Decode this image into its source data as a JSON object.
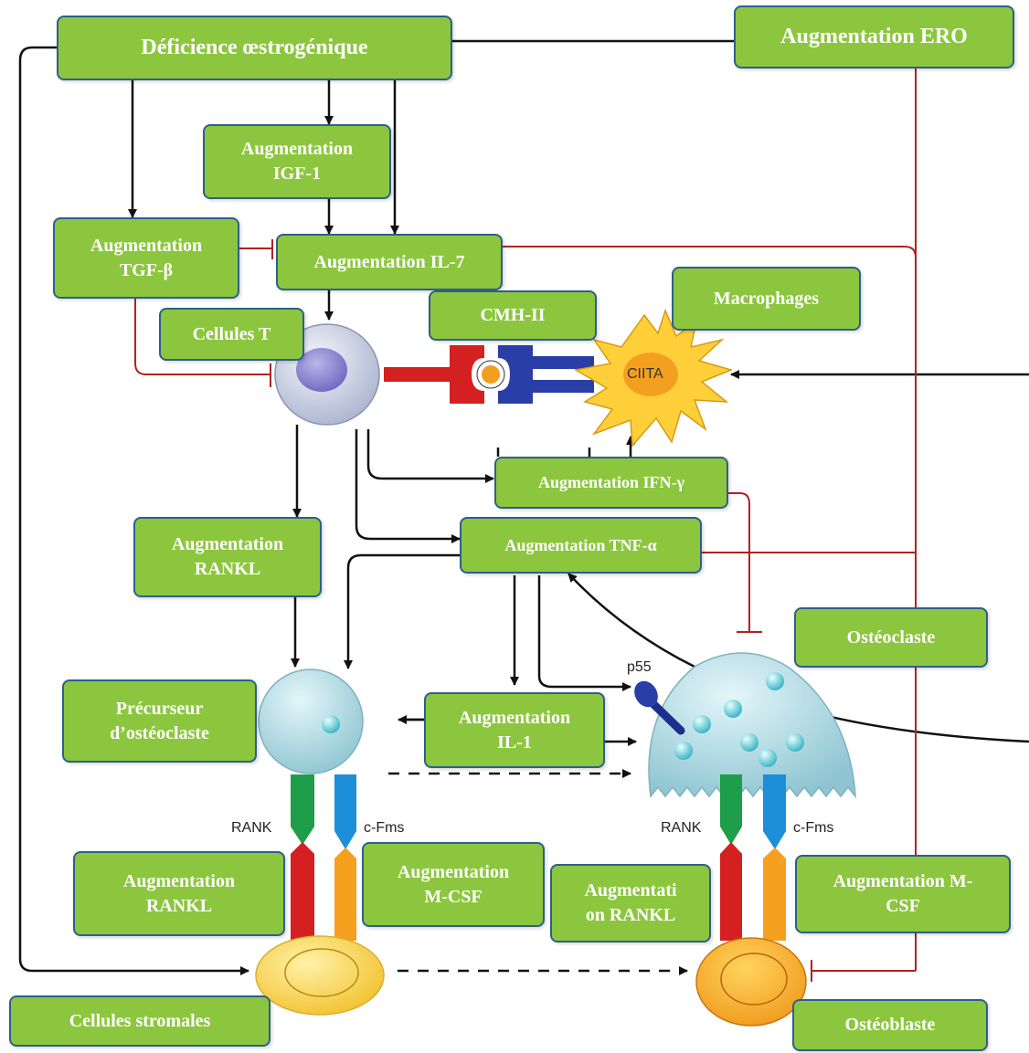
{
  "nodes": {
    "deficience": "Déficience œstrogénique",
    "ero": "Augmentation ERO",
    "igf1": "Augmentation\nIGF-1",
    "tgfb": "Augmentation\nTGF-β",
    "il7": "Augmentation IL-7",
    "macrophages": "Macrophages",
    "cmh2": "CMH-II",
    "cellules_t": "Cellules T",
    "ifng": "Augmentation IFN-γ",
    "tnfa": "Augmentation TNF-α",
    "rankl_top": "Augmentation\nRANKL",
    "osteoclaste": "Ostéoclaste",
    "precurseur": "Précurseur\nd’ostéoclaste",
    "il1": "Augmentation\nIL-1",
    "rankl_left": "Augmentation\nRANKL",
    "mcsf_left": "Augmentation\nM-CSF",
    "rankl_right": "Augmentati\non RANKL",
    "mcsf_right": "Augmentation M-\nCSF",
    "stromales": "Cellules stromales",
    "osteoblaste": "Ostéoblaste"
  },
  "labels": {
    "ciita": "CIITA",
    "p55": "p55",
    "rank_left": "RANK",
    "cfms_left": "c-Fms",
    "rank_right": "RANK",
    "cfms_right": "c-Fms"
  },
  "colors": {
    "box_fill": "#8cc63f",
    "box_border": "#2e5f8a",
    "activation": "#111111",
    "inhibition": "#b22222"
  }
}
